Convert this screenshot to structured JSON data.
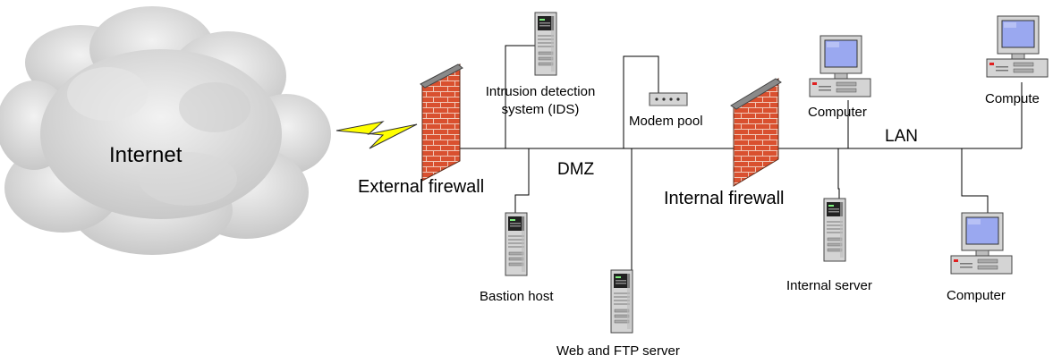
{
  "labels": {
    "internet": "Internet",
    "external_firewall": "External firewall",
    "internal_firewall": "Internal firewall",
    "dmz": "DMZ",
    "lan": "LAN",
    "ids_line1": "Intrusion detection",
    "ids_line2": "system (IDS)",
    "modem_pool": "Modem pool",
    "bastion_host": "Bastion host",
    "web_ftp_server": "Web and FTP server",
    "internal_server": "Internal server",
    "computer_1": "Computer",
    "computer_2": "Compute",
    "computer_3": "Computer"
  },
  "icons": {
    "cloud": "cloud-icon",
    "lightning": "lightning-icon",
    "firewall": "firewall-icon",
    "server": "server-icon",
    "modem": "modem-icon",
    "computer": "computer-icon"
  },
  "colors": {
    "cloud": "#dcdcdc",
    "brick": "#d9502f",
    "mortar": "#f0c8b8",
    "wall_cap": "#8a8a8a",
    "lightning": "#ffff00",
    "server_body": "#d4d4d4",
    "screen": "#9aa8f0",
    "line": "#000000"
  }
}
